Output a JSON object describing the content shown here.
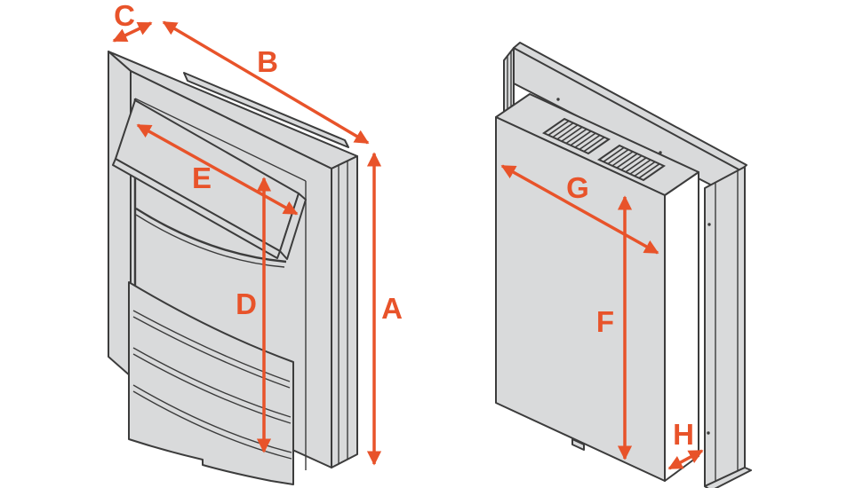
{
  "diagram": {
    "type": "product-dimension-diagram",
    "subject": "inset electric fire shown in front and rear isometric views",
    "background": "#FFFFFF"
  },
  "colors": {
    "accent": "#E8532A",
    "outline": "#3C3C3C",
    "fill": "#D9DADB"
  },
  "views": {
    "front": {
      "name": "front isometric view",
      "dimension_labels": [
        "C",
        "B",
        "E",
        "D",
        "A"
      ]
    },
    "rear": {
      "name": "rear isometric view",
      "dimension_labels": [
        "G",
        "F",
        "H"
      ]
    }
  },
  "labels": {
    "a": "A",
    "b": "B",
    "c": "C",
    "d": "D",
    "e": "E",
    "f": "F",
    "g": "G",
    "h": "H"
  }
}
